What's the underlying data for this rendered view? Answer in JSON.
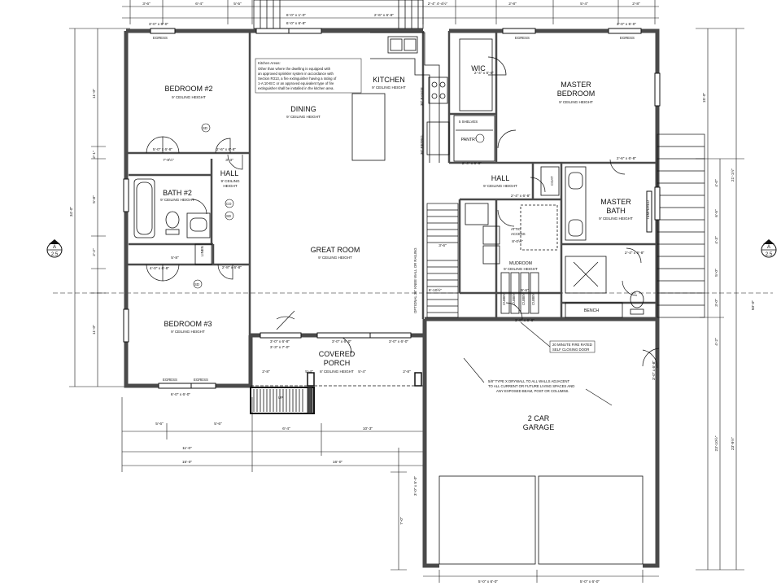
{
  "rooms": {
    "bedroom2": "BEDROOM #2",
    "bedroom3": "BEDROOM #3",
    "master_bedroom_1": "MASTER",
    "master_bedroom_2": "BEDROOM",
    "dining": "DINING",
    "kitchen": "KITCHEN",
    "great_room": "GREAT ROOM",
    "hall_left": "HALL",
    "hall_right": "HALL",
    "bath2": "BATH #2",
    "master_bath_1": "MASTER",
    "master_bath_2": "BATH",
    "covered_porch_1": "COVERED",
    "covered_porch_2": "PORCH",
    "garage_1": "2 CAR",
    "garage_2": "GARAGE",
    "wic": "WIC",
    "pantry": "PANTRY",
    "mudroom": "MUDROOM",
    "linen": "LINEN",
    "bench": "BENCH",
    "coat": "COAT",
    "attic_1": "ATTIC",
    "attic_2": "ACCESS"
  },
  "ceiling": {
    "nine_ft": "9' CEILING HEIGHT",
    "eight_ft": "8' CEILING HEIGHT"
  },
  "notes": {
    "kitchen_title": "Kitchen Areas:",
    "kitchen_lines": [
      "Other than where the dwelling is equipped with",
      "an approved sprinkler system in accordance with",
      "Section R313, a fire extinguisher having a rating of",
      "1-A:10-B:C or an approved equivalent type of fire",
      "extinguisher shall be installed in the kitchen area."
    ],
    "fire_door": [
      "20 MINUTE FIRE RATED",
      "SELF CLOSING DOOR"
    ],
    "drywall": [
      "5/8\" TYPE X DRYWALL TO ALL WALLS ADJACENT",
      "TO ALL CURRENT OR FUTURE LIVING SPACES AND",
      "ANY EXPOSED BEAM, POST OR COLUMNS."
    ],
    "knee_wall": "OPTIONAL 36\" KNEE WALL OR RAILING",
    "range": "30\" RANGE",
    "refrig": "36\" REFRIG.",
    "shelves": "5 SHELVES",
    "tempered": "TEMPERED",
    "egress": "EGRESS",
    "sd": "SD",
    "co": "CO",
    "up": "UP",
    "cubby": "CUBBY"
  },
  "section_tags": {
    "left_top": "A",
    "left_bottom": "2.5",
    "right_top": "A",
    "right_bottom": "2.5"
  },
  "dims_top": [
    "3'-6\"",
    "6'-4\"",
    "5'-5\"",
    "6'-0\" x 1'-0\"",
    "6'-0\" x 6'-8\"",
    "2'-6\" x 6'-8\"",
    "2'-4\" 4'-4½\"",
    "2'-8\"",
    "5'-4\"",
    "2'-8\"",
    "3'-0\" x 5'-0\"",
    "3'-0\" x 5'-0\""
  ],
  "dims_interior": {
    "door_5_0": "5'-0\" x 6'-8\"",
    "door_2_6": "2'-6\" x 6'-8\"",
    "door_2_8": "2'-8\" x 6'-8\"",
    "door_2_4": "2'-4\" x 6'-8\"",
    "dim_7_8": "7'-8½\"",
    "dim_3_3": "3'-3\"",
    "dim_5_8": "5'-8\"",
    "dim_4_0": "4'-0\" x 6'-8\"",
    "dim_3_6": "3'-6\"",
    "dim_6_10": "6'-10½\"",
    "dim_9_6": "9'-6\"",
    "dim_8_0": "8'-0½\"",
    "dim_3_0_win": "3'-0\" x 6'-8\"",
    "dim_3_3w": "3'-3\" x 7'-0\"",
    "win_bottom_left": "6'-0\" x 6'-0\"",
    "dim_5_4": "5'-4\"",
    "dim_2_8": "2'-8\"",
    "dim_6_8": "6'-8\"",
    "porch_3_0": "3'-0\" x 6'-0\"",
    "porch_3_0b": "3'-0\" x 6'-0\""
  },
  "dims_bottom": [
    "6'-0\" x 6'-0\"",
    "5'-6\"",
    "5'-6\"",
    "6'-4\"",
    "10'-3\"",
    "11'-0\"",
    "15'-0\"",
    "16'-0\"",
    "5'-0\" x 6'-0\"",
    "5'-0\" x 6'-0\""
  ],
  "dims_left": [
    "11'-0\"",
    "2'-1\"",
    "5'-8\"",
    "2'-2\"",
    "11'-0\"",
    "34'-0\""
  ],
  "dims_right": [
    "15'-0\"",
    "21'-1½\"",
    "4'-0\"",
    "6'-5\"",
    "4'-3\"",
    "5'-0\"",
    "3'-0\"",
    "4'-2\"",
    "50'-0\"",
    "23'-10½\"",
    "23'-9½\"",
    "3'-0\" x 5'-0\"",
    "3'-0\" x 6'-8\"",
    "7'-0\""
  ],
  "colors": {
    "wall": "#4a4a4a",
    "line": "#111111",
    "background": "#ffffff"
  }
}
